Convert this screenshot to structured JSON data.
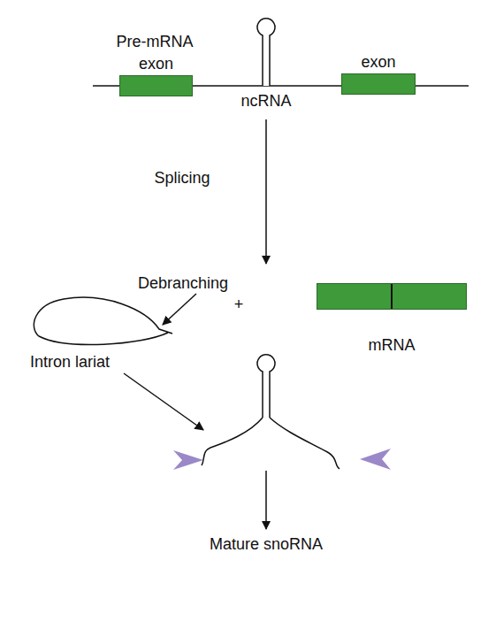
{
  "diagram": {
    "nodes": [
      {
        "text": [
          "exon"
        ]
      },
      {
        "text": [
          "exon"
        ]
      },
      {
        "text": [
          "mRNA"
        ]
      },
      {
        "text": [
          "Intron lariat"
        ]
      }
    ],
    "labels": [
      "Pre-mRNA",
      "ncRNA",
      "Splicing",
      "Debranching",
      "+",
      "Mature snoRNA"
    ]
  }
}
